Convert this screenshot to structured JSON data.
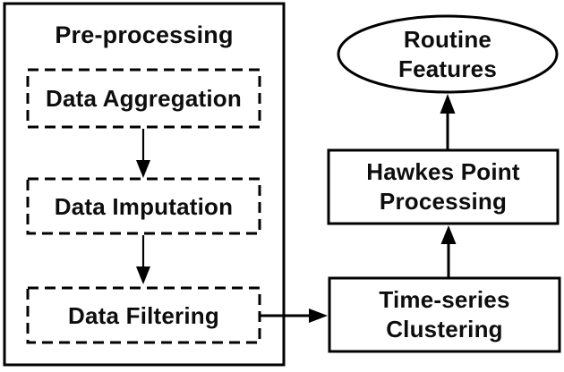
{
  "colors": {
    "background": "#ffffff",
    "line": "#000000",
    "text": "#0d0d0d"
  },
  "preprocessing": {
    "title": "Pre-processing",
    "steps": [
      {
        "label": "Data Aggregation"
      },
      {
        "label": "Data Imputation"
      },
      {
        "label": "Data Filtering"
      }
    ]
  },
  "pipeline": {
    "timeseries_clustering": {
      "label": "Time-series\nClustering"
    },
    "hawkes_point_processing": {
      "label": "Hawkes Point\nProcessing"
    },
    "routine_features": {
      "label": "Routine\nFeatures"
    }
  },
  "edges": [
    {
      "from": "Data Aggregation",
      "to": "Data Imputation"
    },
    {
      "from": "Data Imputation",
      "to": "Data Filtering"
    },
    {
      "from": "Data Filtering",
      "to": "Time-series Clustering"
    },
    {
      "from": "Time-series Clustering",
      "to": "Hawkes Point Processing"
    },
    {
      "from": "Hawkes Point Processing",
      "to": "Routine Features"
    }
  ]
}
